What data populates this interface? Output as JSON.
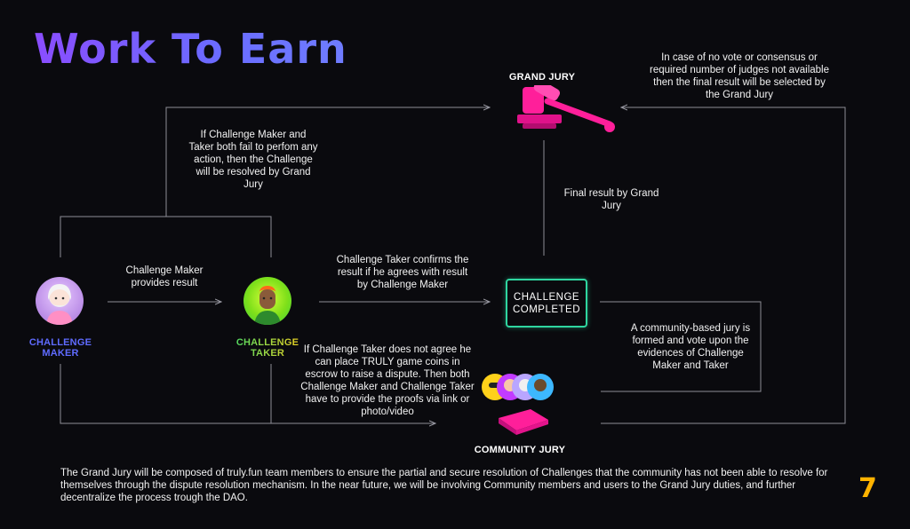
{
  "title": "Work To Earn",
  "nodes": {
    "grand_jury": "GRAND JURY",
    "challenge_maker": "CHALLENGE\nMAKER",
    "challenge_taker": "CHALLENGE\nTAKER",
    "challenge_completed": "CHALLENGE\nCOMPLETED",
    "community_jury": "COMMUNITY JURY"
  },
  "annotations": {
    "no_vote": "In case of no vote or consensus or required number of judges not available then the final result will be selected by the Grand Jury",
    "both_fail": "If Challenge Maker and Taker both fail to perfom any action, then the Challenge will be resolved by Grand Jury",
    "final_result": "Final result by Grand Jury",
    "maker_provides": "Challenge Maker provides result",
    "taker_confirms": "Challenge Taker confirms the result if he agrees with result by Challenge Maker",
    "dispute": "If Challenge Taker does not agree he can place TRULY game coins in escrow to raise a dispute. Then both Challenge Maker and Challenge Taker have to provide the proofs via link or photo/video",
    "community_vote": "A community-based jury is formed and vote upon the evidences of Challenge Maker and Taker"
  },
  "footer": "The Grand Jury will be composed of truly.fun team members to ensure the partial and secure resolution of Challenges that the community has not been able to resolve for themselves through the dispute resolution mechanism. In the near future, we will be involving Community members and users to the Grand Jury duties, and further decentralize the process trough the DAO.",
  "page_number": "7",
  "colors": {
    "title_gradient": [
      "#8a4dff",
      "#6f7dff"
    ],
    "maker_label": "#5f6bff",
    "taker_label_gradient": [
      "#3ddc6a",
      "#ffd11a"
    ],
    "gavel": "#ff1f9a",
    "completed_border": "#2fd6a0",
    "page_number": "#ffb300",
    "lines": "#9a9aa3"
  },
  "icons": [
    "gavel-icon",
    "maker-avatar",
    "taker-avatar",
    "community-avatars",
    "community-gavel-icon"
  ]
}
